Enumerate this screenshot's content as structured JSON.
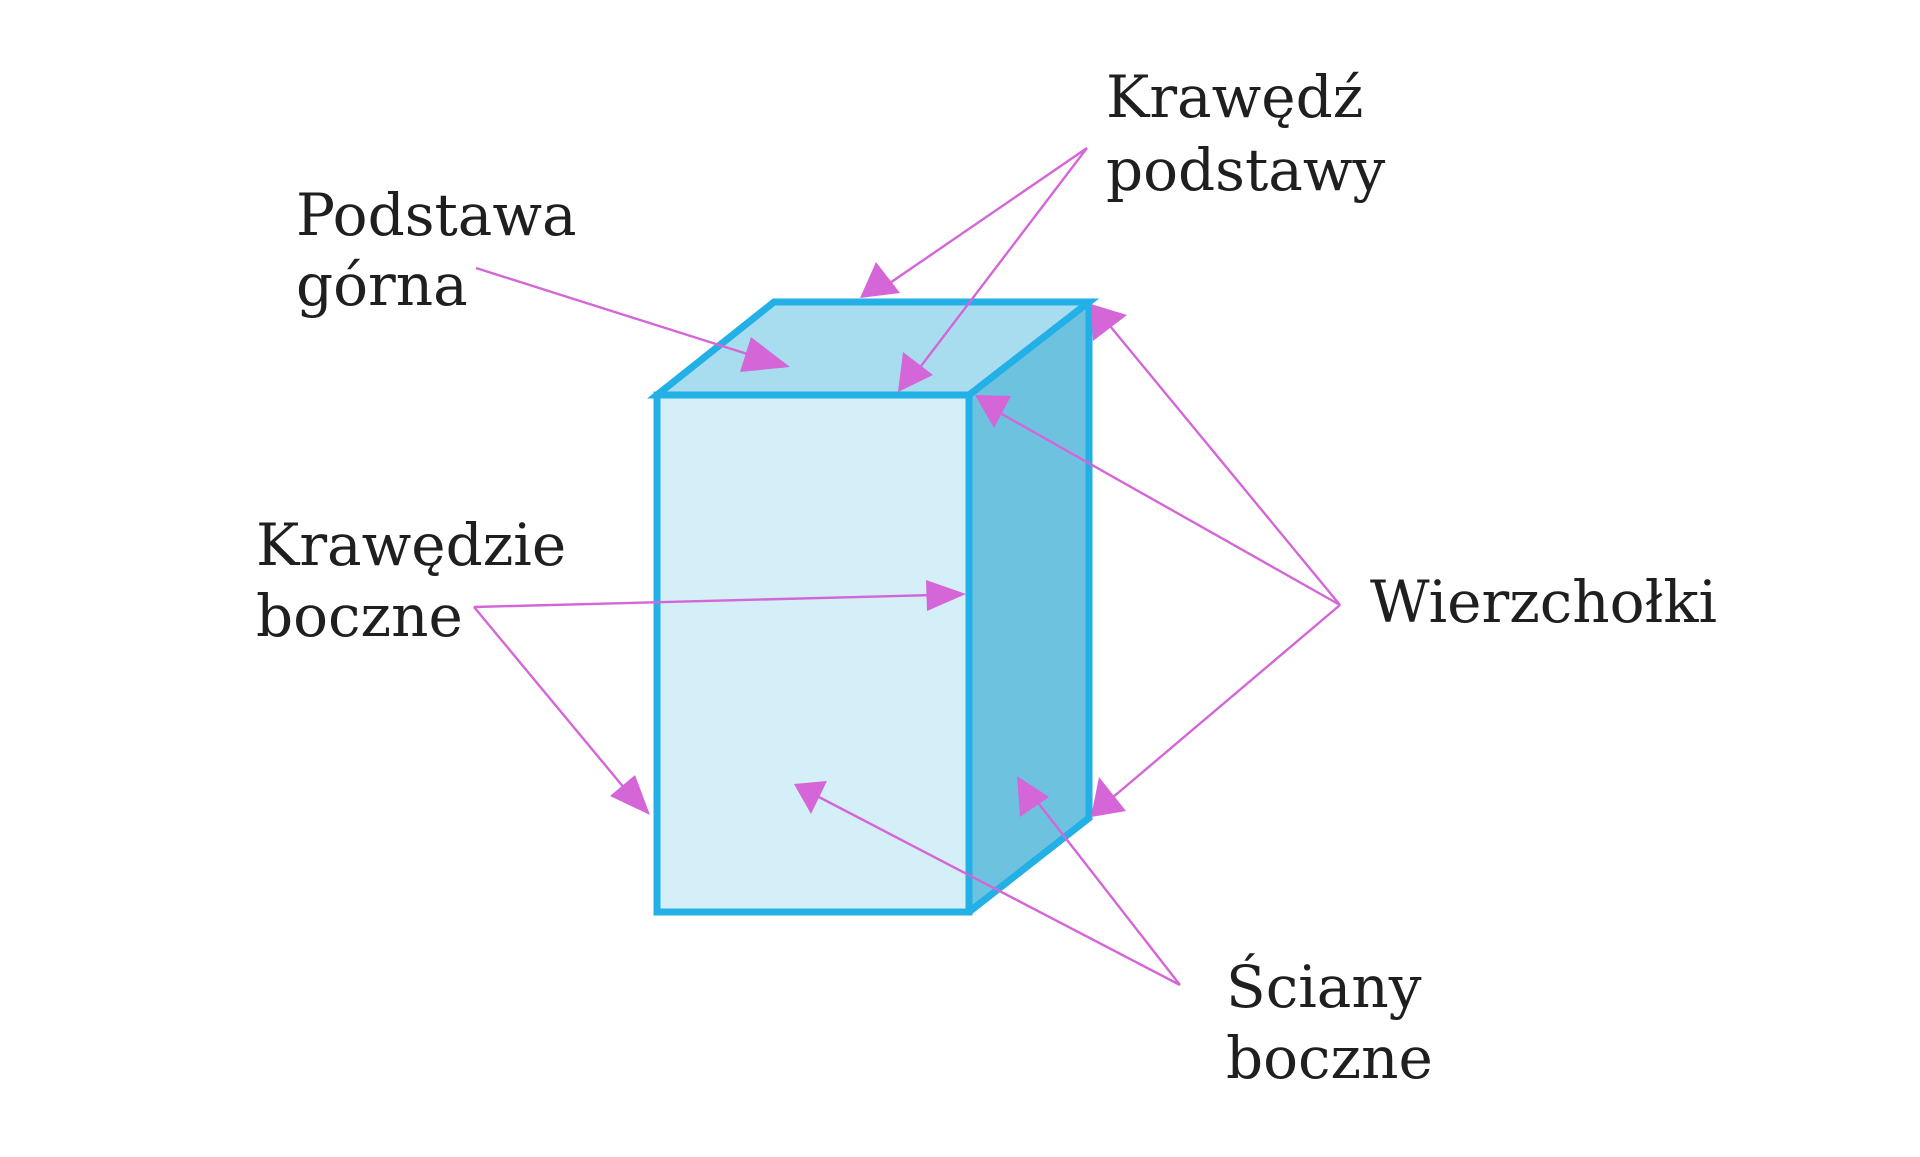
{
  "colors": {
    "edge": "#22b0e6",
    "front_face": "#d5eff9",
    "top_face": "#a8ddef",
    "side_face": "#6dc3df",
    "pointer": "#d466d8",
    "text": "#1f1f1f"
  },
  "labels": {
    "podstawa_gorna": [
      "Podstawa",
      "górna"
    ],
    "krawedz_podstawy": [
      "Krawędź",
      "podstawy"
    ],
    "krawedzie_boczne": [
      "Krawędzie",
      "boczne"
    ],
    "wierzcholki": [
      "Wierzchołki"
    ],
    "sciany_boczne": [
      "Ściany",
      "boczne"
    ]
  }
}
